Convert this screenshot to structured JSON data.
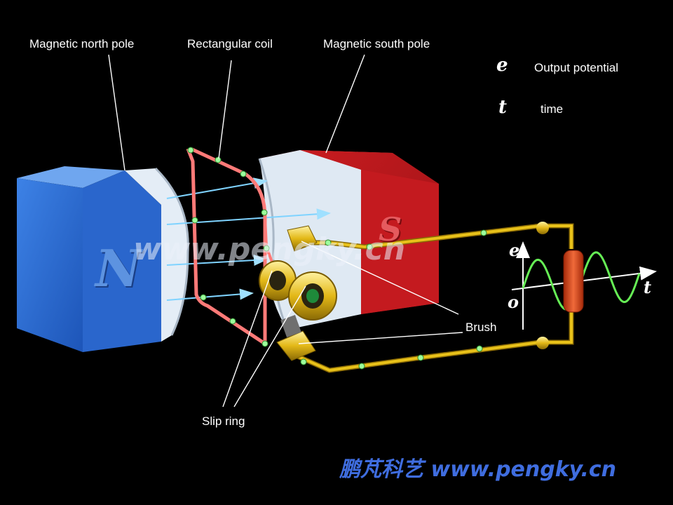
{
  "labels": {
    "north_pole": "Magnetic north pole",
    "coil": "Rectangular coil",
    "south_pole": "Magnetic south pole",
    "brush": "Brush",
    "slip_ring": "Slip ring"
  },
  "legend": [
    {
      "symbol": "e",
      "text": "Output potential"
    },
    {
      "symbol": "t",
      "text": "time"
    }
  ],
  "magnet_letters": {
    "north": "N",
    "south": "S"
  },
  "graph": {
    "y_axis": "e",
    "x_axis": "t",
    "origin": "o"
  },
  "watermark": {
    "center": "www.pengky.cn",
    "brand": "鹏芃科艺 www.pengky.cn"
  },
  "colors": {
    "north": "#2e6fd6",
    "south": "#e0242a",
    "pole_face": "#dfe9f3",
    "coil": "#ff7a78",
    "field": "#7fd3ff",
    "gold": "#e9c21a",
    "sine": "#66ee55",
    "resistor": "#e2461e"
  }
}
